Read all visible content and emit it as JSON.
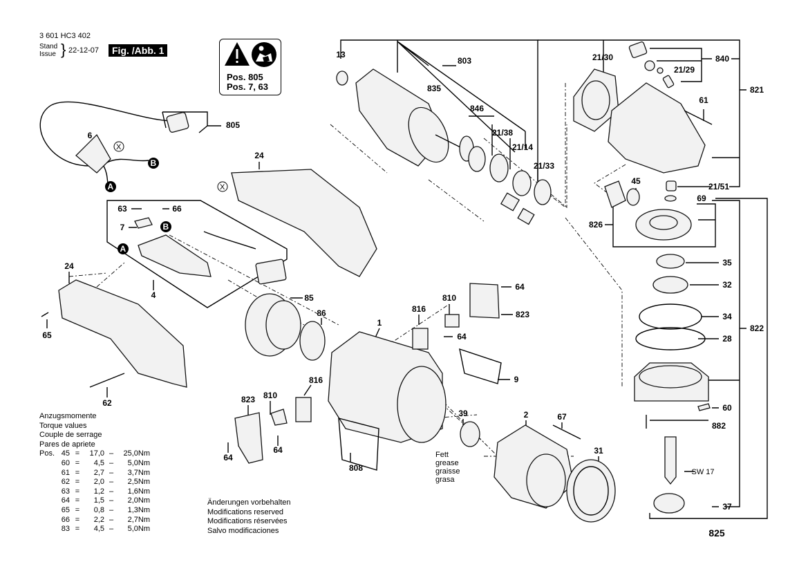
{
  "header": {
    "part_number": "3 601 HC3 402",
    "stand_label": "Stand",
    "issue_label": "Issue",
    "date": "22-12-07",
    "figure": "Fig. /Abb. 1"
  },
  "warning_box": {
    "icons": [
      "warning-triangle-icon",
      "read-manual-icon"
    ],
    "lines": [
      "Pos. 805",
      "Pos. 7, 63"
    ]
  },
  "torque": {
    "titles": [
      "Anzugsmomente",
      "Torque values",
      "Couple de serrage",
      "Pares de apriete"
    ],
    "prefix": "Pos.",
    "rows": [
      {
        "pos": "45",
        "min": "17,0",
        "max": "25,0Nm"
      },
      {
        "pos": "60",
        "min": "4,5",
        "max": "5,0Nm"
      },
      {
        "pos": "61",
        "min": "2,7",
        "max": "3,7Nm"
      },
      {
        "pos": "62",
        "min": "2,0",
        "max": "2,5Nm"
      },
      {
        "pos": "63",
        "min": "1,2",
        "max": "1,6Nm"
      },
      {
        "pos": "64",
        "min": "1,5",
        "max": "2,0Nm"
      },
      {
        "pos": "65",
        "min": "0,8",
        "max": "1,3Nm"
      },
      {
        "pos": "66",
        "min": "2,2",
        "max": "2,7Nm"
      },
      {
        "pos": "83",
        "min": "4,5",
        "max": "5,0Nm"
      }
    ]
  },
  "modifications": [
    "Änderungen vorbehalten",
    "Modifications reserved",
    "Modifications réservées",
    "Salvo modificaciones"
  ],
  "grease": [
    "Fett",
    "grease",
    "graisse",
    "grasa"
  ],
  "markers": {
    "x": "X",
    "a": "A",
    "b": "B"
  },
  "labels": [
    "13",
    "803",
    "835",
    "846",
    "21/38",
    "21/14",
    "21/33",
    "21/30",
    "840",
    "21/29",
    "821",
    "61",
    "45",
    "21/51",
    "69",
    "826",
    "35",
    "32",
    "34",
    "822",
    "28",
    "60",
    "882",
    "SW 17",
    "37",
    "825",
    "805",
    "6",
    "24",
    "63",
    "66",
    "7",
    "4",
    "24",
    "65",
    "62",
    "85",
    "86",
    "1",
    "816",
    "810",
    "64",
    "823",
    "64",
    "9",
    "823",
    "810",
    "816",
    "64",
    "64",
    "39",
    "2",
    "67",
    "31",
    "808"
  ]
}
